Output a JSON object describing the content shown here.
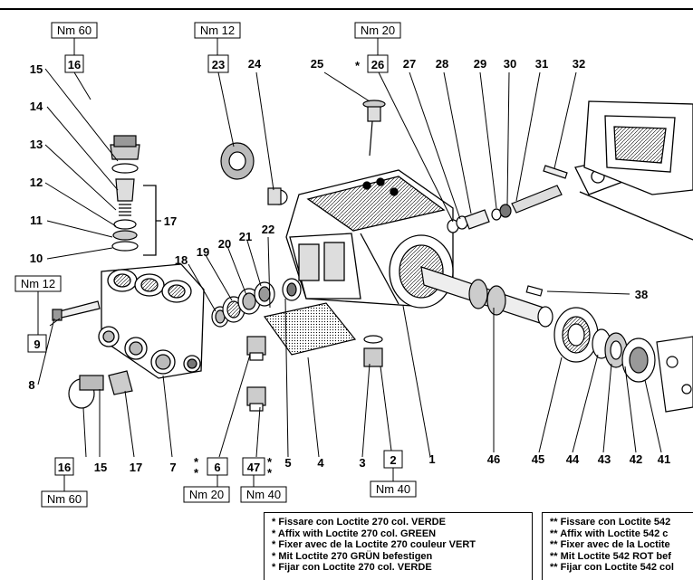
{
  "labels": {
    "n1": "1",
    "n2": "2",
    "n3": "3",
    "n4": "4",
    "n5": "5",
    "n6": "6",
    "n7": "7",
    "n8": "8",
    "n9": "9",
    "n10": "10",
    "n11": "11",
    "n12": "12",
    "n13": "13",
    "n14": "14",
    "n15": "15",
    "n15b": "15",
    "n16": "16",
    "n16b": "16",
    "n17": "17",
    "n17b": "17",
    "n18": "18",
    "n19": "19",
    "n20": "20",
    "n21": "21",
    "n22": "22",
    "n23": "23",
    "n24": "24",
    "n25": "25",
    "n26": "26",
    "n27": "27",
    "n28": "28",
    "n29": "29",
    "n30": "30",
    "n31": "31",
    "n32": "32",
    "n38": "38",
    "n41": "41",
    "n42": "42",
    "n43": "43",
    "n44": "44",
    "n45": "45",
    "n46": "46",
    "n47": "47"
  },
  "torques": {
    "t16": "Nm 60",
    "t23": "Nm 12",
    "t26": "Nm 20",
    "t9": "Nm 12",
    "t16b": "Nm 60",
    "t6": "Nm 20",
    "t47": "Nm 40",
    "t2": "Nm 40"
  },
  "marks": {
    "single": "*",
    "double_a": "*",
    "double_b": "*",
    "double_c": "*",
    "double_d": "*"
  },
  "legend_single": [
    "* Fissare con Loctite 270 col. VERDE",
    "* Affix with Loctite 270 col. GREEN",
    "* Fixer avec de la Loctite 270 couleur VERT",
    "* Mit Loctite 270 GRÜN befestigen",
    "* Fijar con Loctite 270 col. VERDE"
  ],
  "legend_double": [
    "** Fissare con Loctite 542",
    "** Affix with Loctite 542 c",
    "** Fixer avec de la Loctite",
    "** Mit Loctite 542 ROT bef",
    "** Fijar con Loctite 542 col"
  ],
  "colors": {
    "ink": "#000000",
    "paper": "#ffffff",
    "shade": "#bdbdbd",
    "dark": "#555555"
  }
}
